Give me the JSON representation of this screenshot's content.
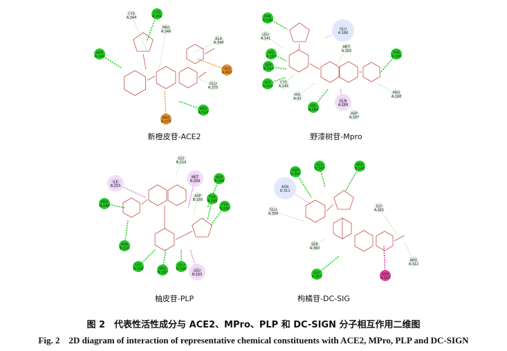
{
  "panels": [
    {
      "title": "新橙皮苷-ACE2",
      "residues": [
        {
          "id": "cys344",
          "l1": "CYS",
          "l2": "A:344",
          "kind": "weak"
        },
        {
          "id": "cys361",
          "l1": "CYS",
          "l2": "A:361",
          "kind": "hbond"
        },
        {
          "id": "pro346",
          "l1": "PRO",
          "l2": "A:346",
          "kind": "weak"
        },
        {
          "id": "ala348",
          "l1": "ALA",
          "l2": "A:348",
          "kind": "weak"
        },
        {
          "id": "asn149",
          "l1": "ASN",
          "l2": "A:149",
          "kind": "hbond"
        },
        {
          "id": "glu402",
          "l1": "GLU",
          "l2": "A:402",
          "kind": "charge"
        },
        {
          "id": "glu375",
          "l1": "GLU",
          "l2": "A:375",
          "kind": "weak"
        },
        {
          "id": "arg518",
          "l1": "ARG",
          "l2": "A:518",
          "kind": "hbond"
        },
        {
          "id": "arg273",
          "l1": "ARG",
          "l2": "A:273",
          "kind": "charge"
        }
      ]
    },
    {
      "title": "野漆树苷-Mpro",
      "residues": [
        {
          "id": "phe140",
          "l1": "PHE",
          "l2": "A:140",
          "kind": "hbond"
        },
        {
          "id": "glu166",
          "l1": "GLU",
          "l2": "A:166",
          "kind": "halo"
        },
        {
          "id": "leu141",
          "l1": "LEU",
          "l2": "A:141",
          "kind": "weak"
        },
        {
          "id": "met165",
          "l1": "MET",
          "l2": "A:165",
          "kind": "weak"
        },
        {
          "id": "his163",
          "l1": "HIS",
          "l2": "A:163",
          "kind": "hbond"
        },
        {
          "id": "ser144",
          "l1": "SER",
          "l2": "A:144",
          "kind": "hbond"
        },
        {
          "id": "thr190",
          "l1": "THR",
          "l2": "A:190",
          "kind": "hbond"
        },
        {
          "id": "gly143",
          "l1": "GLY",
          "l2": "A:143",
          "kind": "hbond"
        },
        {
          "id": "cys145",
          "l1": "CYS",
          "l2": "A:145",
          "kind": "weak"
        },
        {
          "id": "his41",
          "l1": "HIS",
          "l2": "A:41",
          "kind": "weak"
        },
        {
          "id": "his164",
          "l1": "HIS",
          "l2": "A:164",
          "kind": "hbond"
        },
        {
          "id": "gln189",
          "l1": "GLN",
          "l2": "A:189",
          "kind": "pi"
        },
        {
          "id": "pro168",
          "l1": "PRO",
          "l2": "A:168",
          "kind": "weak"
        },
        {
          "id": "asp187",
          "l1": "ASP",
          "l2": "A:187",
          "kind": "weak"
        }
      ]
    },
    {
      "title": "柚皮苷-PLP",
      "residues": [
        {
          "id": "gly210",
          "l1": "GLY",
          "l2": "B:210",
          "kind": "weak"
        },
        {
          "id": "ile253",
          "l1": "ILE",
          "l2": "B:253",
          "kind": "pi"
        },
        {
          "id": "met209",
          "l1": "MET",
          "l2": "B:209",
          "kind": "pi"
        },
        {
          "id": "asn266",
          "l1": "ASN",
          "l2": "B:266",
          "kind": "hbond"
        },
        {
          "id": "asp165",
          "l1": "ASP",
          "l2": "B:165",
          "kind": "weak"
        },
        {
          "id": "tyr265",
          "l1": "TYR",
          "l2": "B:265",
          "kind": "hbond"
        },
        {
          "id": "pro248",
          "l1": "PRO",
          "l2": "B:248",
          "kind": "hbond"
        },
        {
          "id": "tyr269",
          "l1": "TYR",
          "l2": "B:269",
          "kind": "hbond"
        },
        {
          "id": "asn110",
          "l1": "ASN",
          "l2": "B:110",
          "kind": "hbond"
        },
        {
          "id": "lys158",
          "l1": "LYS",
          "l2": "B:158",
          "kind": "hbond"
        },
        {
          "id": "arg167",
          "l1": "ARG",
          "l2": "B:167",
          "kind": "hbond"
        },
        {
          "id": "glu168",
          "l1": "GLU",
          "l2": "B:168",
          "kind": "hbond"
        },
        {
          "id": "leu163",
          "l1": "LEU",
          "l2": "B:163",
          "kind": "pi"
        }
      ]
    },
    {
      "title": "枸橘苷-DC-SIG",
      "residues": [
        {
          "id": "asn350",
          "l1": "ASN",
          "l2": "D:350",
          "kind": "hbond"
        },
        {
          "id": "glu347",
          "l1": "GLU",
          "l2": "D:347",
          "kind": "hbond"
        },
        {
          "id": "arg345",
          "l1": "ARG",
          "l2": "D:345",
          "kind": "hbond"
        },
        {
          "id": "asn311",
          "l1": "ASN",
          "l2": "D:311",
          "kind": "halo"
        },
        {
          "id": "gly361",
          "l1": "GLY",
          "l2": "A:361",
          "kind": "weak"
        },
        {
          "id": "glu358",
          "l1": "GLU",
          "l2": "A:358",
          "kind": "weak"
        },
        {
          "id": "ser360",
          "l1": "SER",
          "l2": "A:360",
          "kind": "weak"
        },
        {
          "id": "arg312",
          "l1": "ARG",
          "l2": "A:312",
          "kind": "weak"
        },
        {
          "id": "gly301",
          "l1": "GLY",
          "l2": "D:301",
          "kind": "hbond"
        },
        {
          "id": "asn313",
          "l1": "ASN",
          "l2": "A:313",
          "kind": "pink"
        }
      ]
    }
  ],
  "caption": {
    "cn": "图 2　代表性活性成分与 ACE2、MPro、PLP 和 DC-SIGN 分子相互作用二维图",
    "en": "Fig. 2　2D diagram of interaction of representative chemical constituents with ACE2, MPro, PLP and DC-SIGN"
  },
  "colors": {
    "hbond": "#22cc22",
    "charge": "#e6902a",
    "pi": "#cc66cc",
    "pink": "#e040a0",
    "weak": "#99cc99",
    "halo": "#aabbee",
    "bond": "#c05050"
  }
}
